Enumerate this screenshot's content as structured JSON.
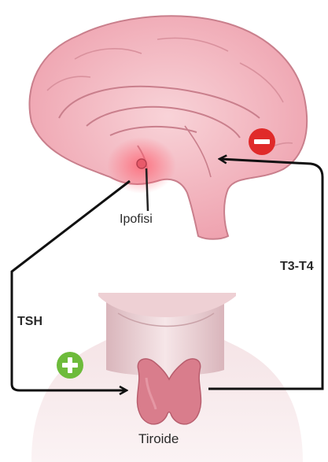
{
  "labels": {
    "pituitary": "Ipofisi",
    "hormone_feedback": "T3-T4",
    "hormone_stimulus": "TSH",
    "thyroid": "Tiroide"
  },
  "signs": {
    "inhibition": "minus-icon",
    "stimulation": "plus-icon"
  },
  "colors": {
    "brain_fill": "#f2b3bd",
    "brain_outline": "#c97f8c",
    "inhibition_badge": "#e02a2a",
    "stimulation_badge": "#6dbb3b",
    "thyroid_fill": "#d97d8c",
    "arrow": "#111111"
  }
}
